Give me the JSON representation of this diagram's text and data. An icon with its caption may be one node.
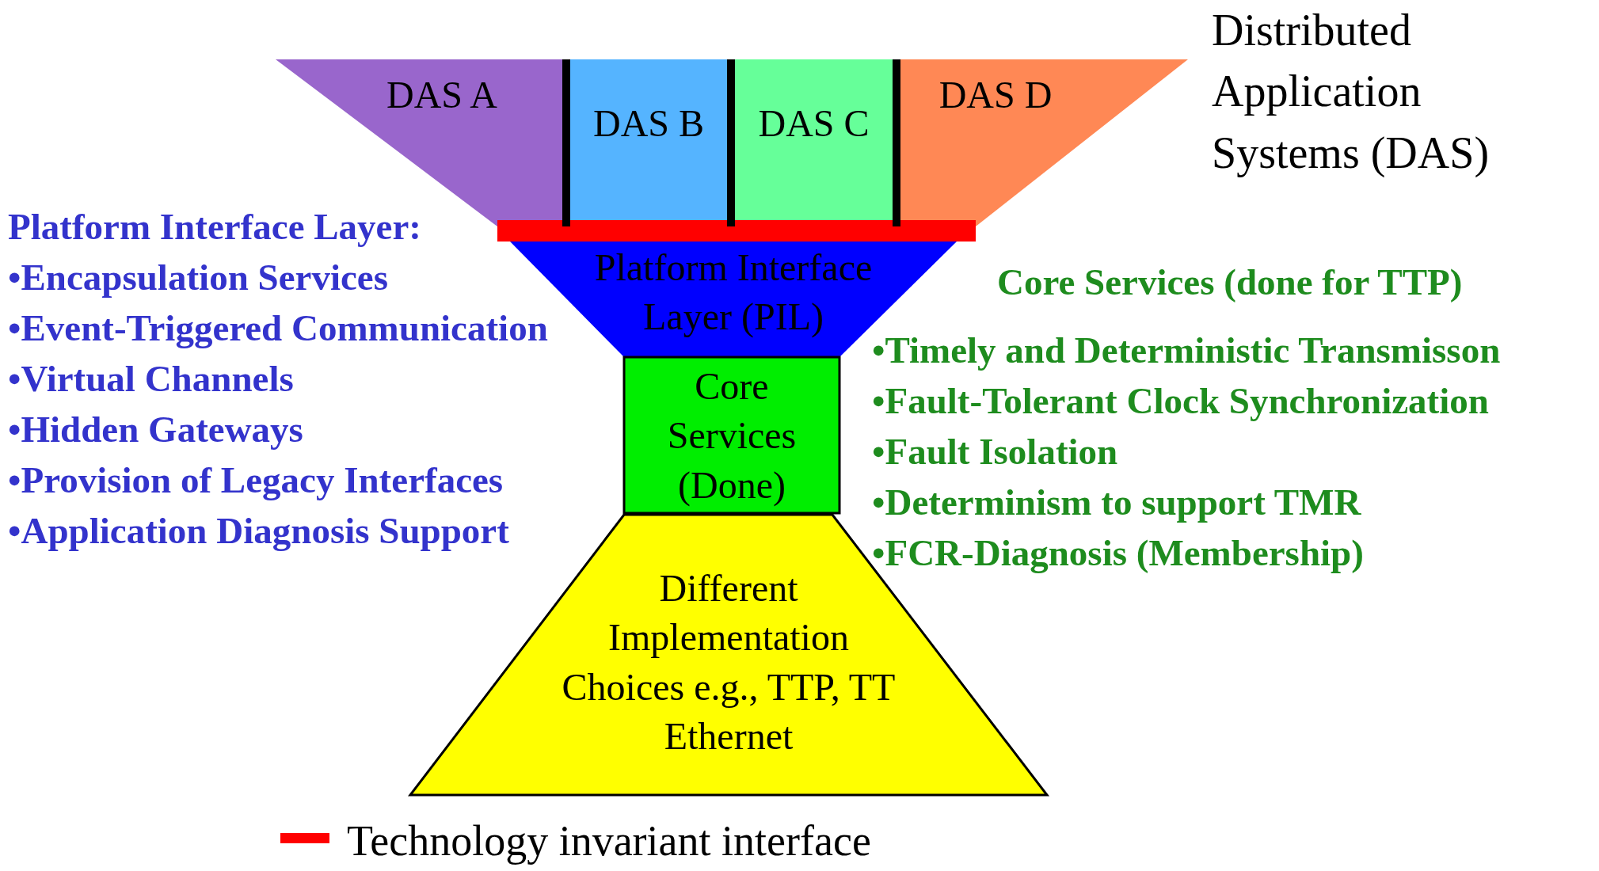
{
  "diagram": {
    "nodes": [
      {
        "text": [
          "DAS A"
        ]
      },
      {
        "text": [
          "DAS B"
        ]
      },
      {
        "text": [
          "DAS C"
        ]
      },
      {
        "text": [
          "DAS D"
        ]
      },
      {
        "text": [],
        "shape": "bar"
      },
      {
        "text": [
          "Platform Interface Layer (PIL)"
        ]
      },
      {
        "text": [
          "Core Services (Done)"
        ]
      },
      {
        "text": [
          "Different Implementation Choices e.g., TTP, TT Ethernet"
        ]
      }
    ],
    "edges": [],
    "labels": [
      "Distributed Application Systems (DAS)",
      "Platform Interface Layer:",
      "•Encapsulation Services",
      "•Event-Triggered Communication",
      "•Virtual Channels",
      "•Hidden Gateways",
      "•Provision of Legacy Interfaces",
      "•Application Diagnosis Support",
      "Core Services (done for TTP)",
      "•Timely and Deterministic Transmisson",
      "•Fault-Tolerant Clock Synchronization",
      "•Fault Isolation",
      "•Determinism to support TMR",
      "•FCR-Diagnosis (Membership)"
    ],
    "legend": [
      {
        "text": "Technology invariant interface",
        "color": "#ff0000"
      }
    ]
  }
}
